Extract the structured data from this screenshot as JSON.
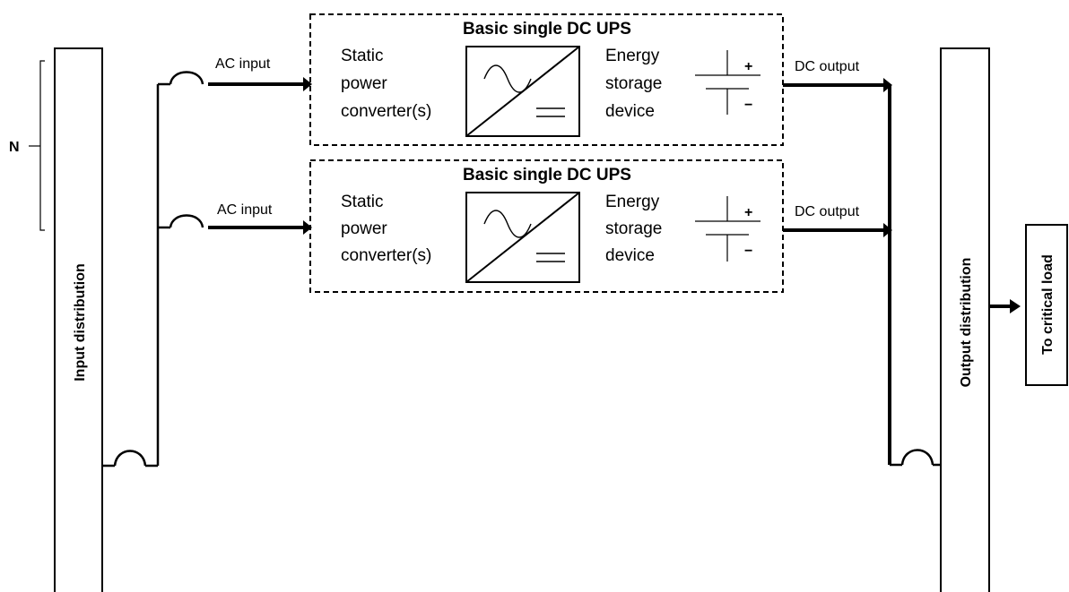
{
  "input_distribution": {
    "label": "Input distribution",
    "bracket_label": "N"
  },
  "output_distribution": {
    "label": "Output distribution"
  },
  "critical_load": {
    "label": "To critical load"
  },
  "ups_units": [
    {
      "title": "Basic single DC UPS",
      "ac_input_label": "AC input",
      "converter_lines": [
        "Static",
        "power",
        "converter(s)"
      ],
      "storage_lines": [
        "Energy",
        "storage",
        "device"
      ],
      "plus": "+",
      "minus": "−",
      "dc_output_label": "DC output"
    },
    {
      "title": "Basic single DC UPS",
      "ac_input_label": "AC input",
      "converter_lines": [
        "Static",
        "power",
        "converter(s)"
      ],
      "storage_lines": [
        "Energy",
        "storage",
        "device"
      ],
      "plus": "+",
      "minus": "−",
      "dc_output_label": "DC output"
    }
  ]
}
